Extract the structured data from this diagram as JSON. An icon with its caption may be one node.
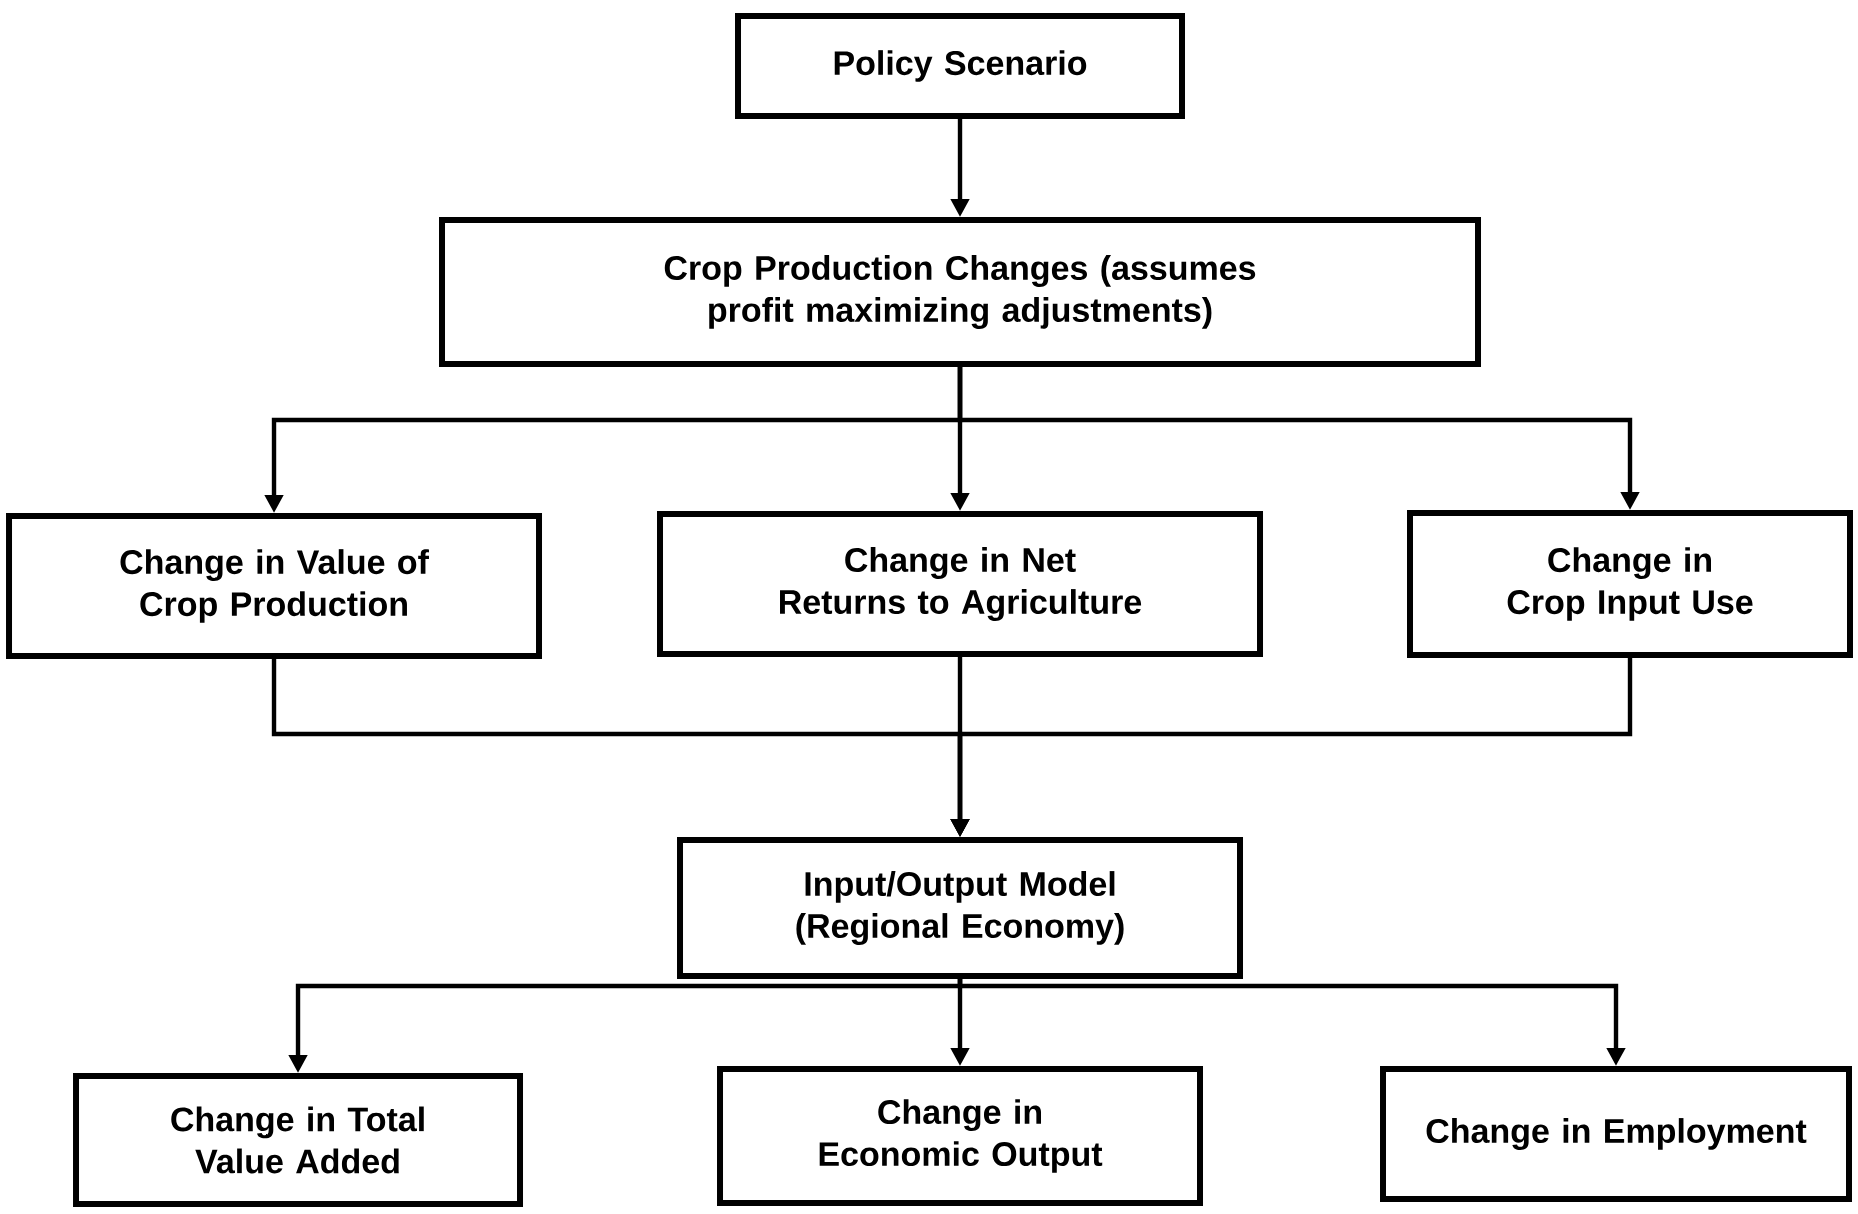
{
  "diagram": {
    "nodes": [
      {
        "text": [
          "Policy Scenario"
        ]
      },
      {
        "text": [
          "Crop Production Changes (assumes profit maximizing adjustments)"
        ]
      },
      {
        "text": [
          "Change in Value of Crop Production"
        ]
      },
      {
        "text": [
          "Change in Net Returns to Agriculture"
        ]
      },
      {
        "text": [
          "Change in Crop Input Use"
        ]
      },
      {
        "text": [
          "Input/Output Model (Regional Economy)"
        ]
      },
      {
        "text": [
          "Change in Total Value Added"
        ]
      },
      {
        "text": [
          "Change in Economic Output"
        ]
      },
      {
        "text": [
          "Change in Employment"
        ]
      }
    ],
    "edges": [
      {
        "from": 0,
        "to": 1,
        "arrow": "to"
      },
      {
        "from": 1,
        "to": 2,
        "arrow": "to"
      },
      {
        "from": 1,
        "to": 3,
        "arrow": "to"
      },
      {
        "from": 1,
        "to": 4,
        "arrow": "to"
      },
      {
        "from": 2,
        "to": 5,
        "arrow": "to"
      },
      {
        "from": 3,
        "to": 5,
        "arrow": "to"
      },
      {
        "from": 4,
        "to": 5,
        "arrow": "to"
      },
      {
        "from": 5,
        "to": 6,
        "arrow": "to"
      },
      {
        "from": 5,
        "to": 7,
        "arrow": "to"
      },
      {
        "from": 5,
        "to": 8,
        "arrow": "to"
      }
    ]
  }
}
